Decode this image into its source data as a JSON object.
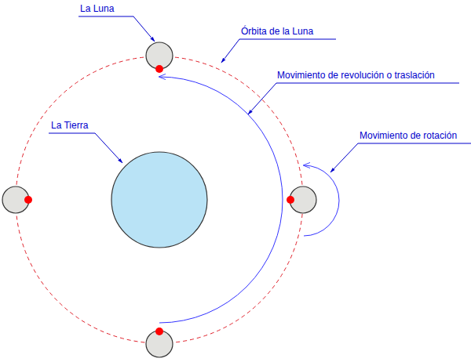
{
  "diagram": {
    "labels": [
      "La Luna",
      "Órbita de la Luna",
      "Movimiento de revolución o traslación",
      "La Tierra",
      "Movimiento de rotación"
    ]
  }
}
